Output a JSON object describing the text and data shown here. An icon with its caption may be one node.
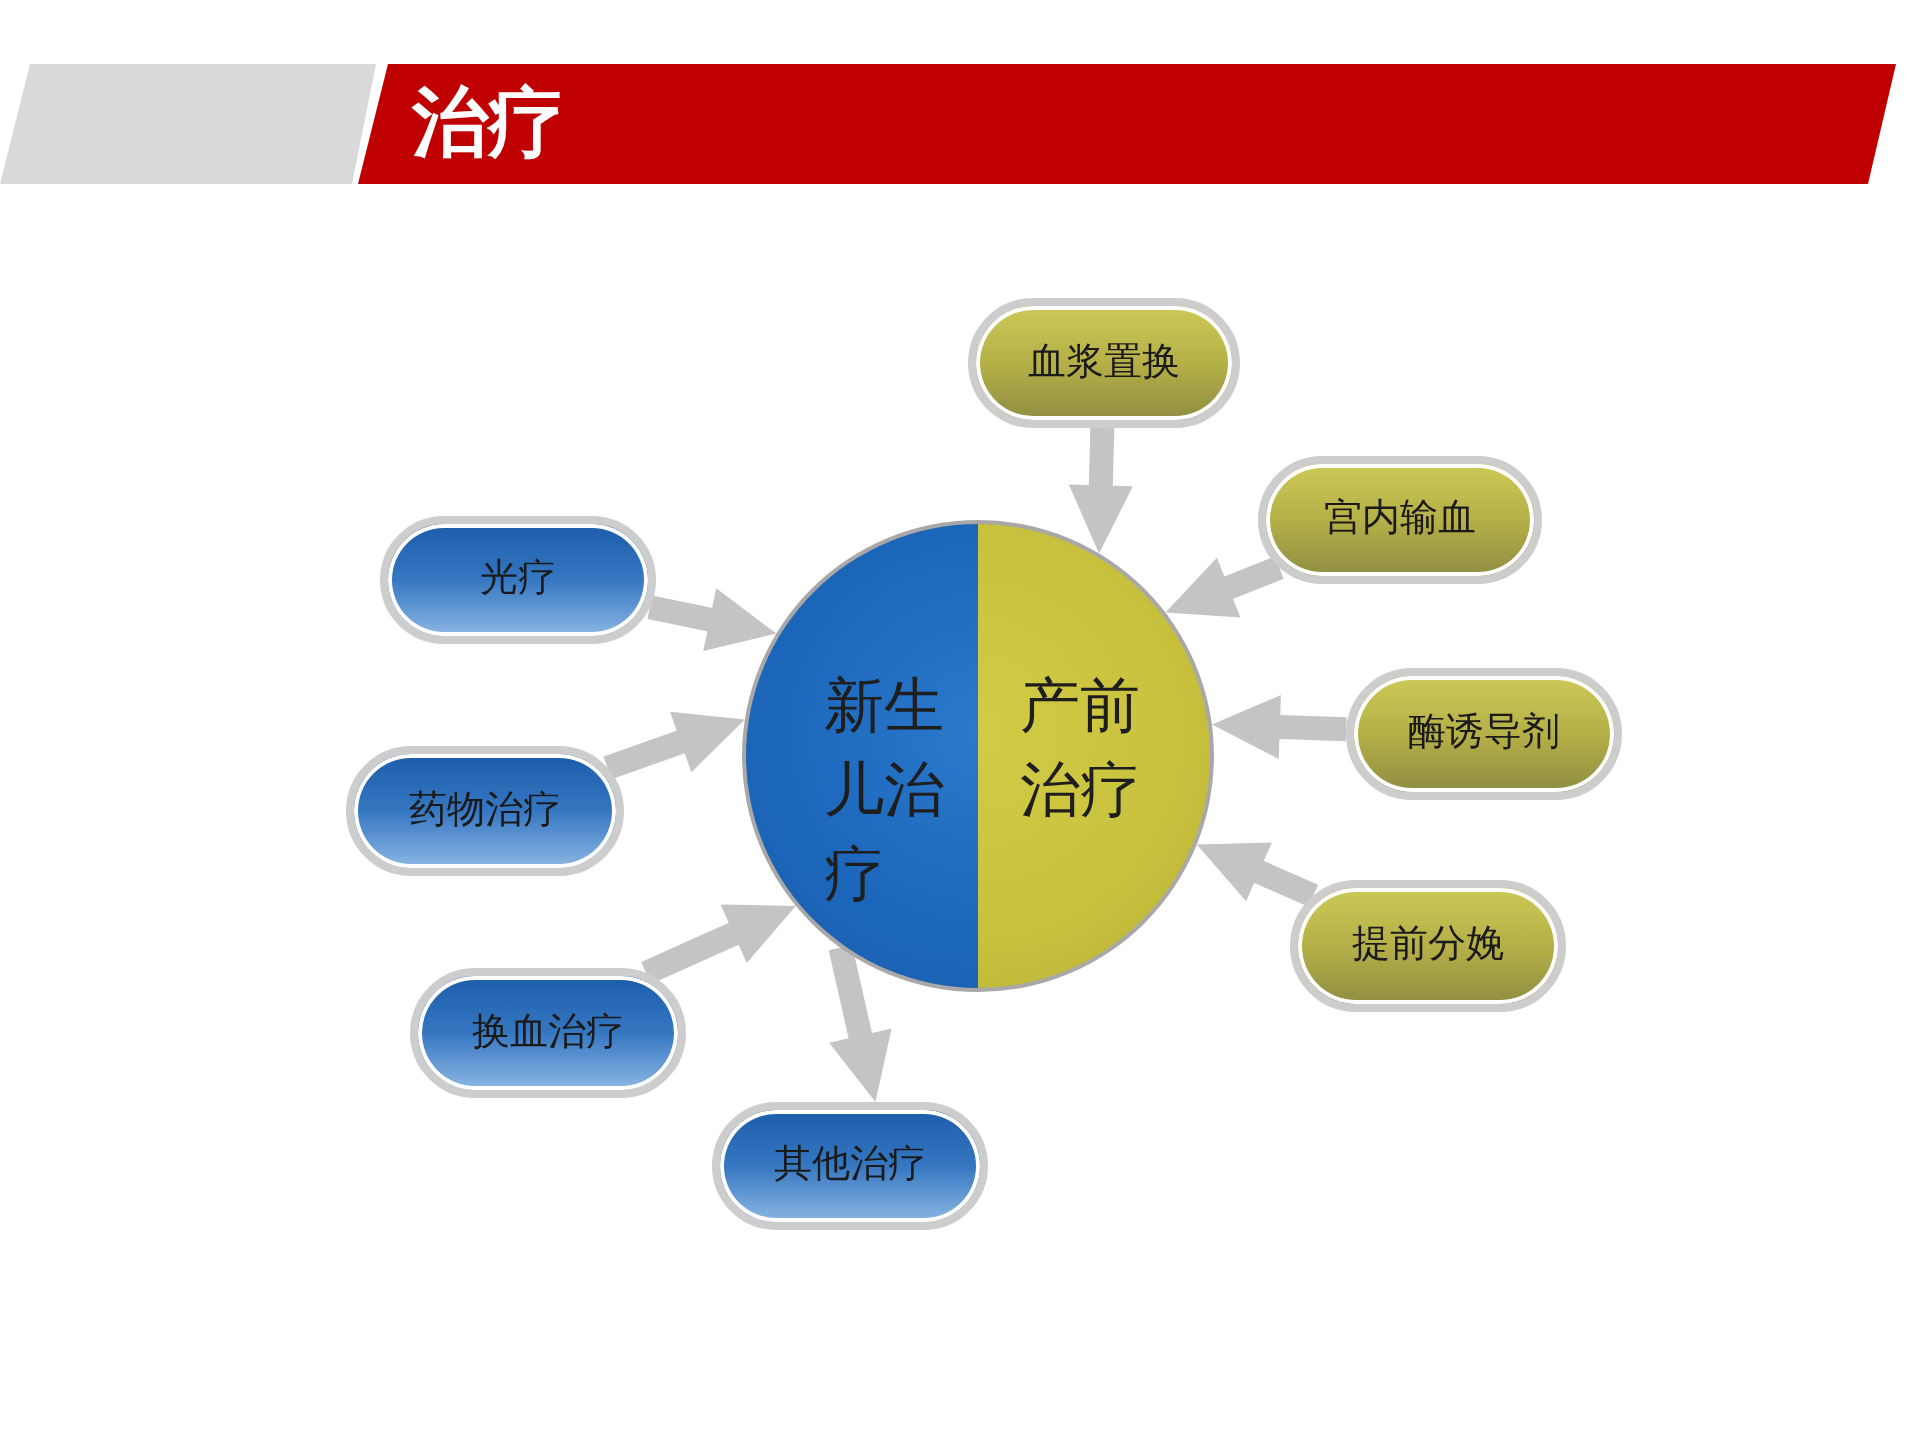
{
  "diagram": {
    "title": "治疗",
    "nodes": [
      {
        "text": [
          "新生儿治疗"
        ]
      },
      {
        "text": [
          "产前治疗"
        ]
      },
      {
        "text": [
          "光疗"
        ]
      },
      {
        "text": [
          "药物治疗"
        ]
      },
      {
        "text": [
          "换血治疗"
        ]
      },
      {
        "text": [
          "其他治疗"
        ]
      },
      {
        "text": [
          "血浆置换"
        ]
      },
      {
        "text": [
          "宫内输血"
        ]
      },
      {
        "text": [
          "酶诱导剂"
        ]
      },
      {
        "text": [
          "提前分娩"
        ]
      }
    ],
    "edges": [
      {
        "from": 2,
        "to": 0,
        "arrow": "to"
      },
      {
        "from": 3,
        "to": 0,
        "arrow": "to"
      },
      {
        "from": 4,
        "to": 0,
        "arrow": "to"
      },
      {
        "from": 0,
        "to": 5,
        "arrow": "to"
      },
      {
        "from": 6,
        "to": 1,
        "arrow": "to"
      },
      {
        "from": 7,
        "to": 1,
        "arrow": "to"
      },
      {
        "from": 8,
        "to": 1,
        "arrow": "to"
      },
      {
        "from": 9,
        "to": 1,
        "arrow": "to"
      }
    ]
  }
}
